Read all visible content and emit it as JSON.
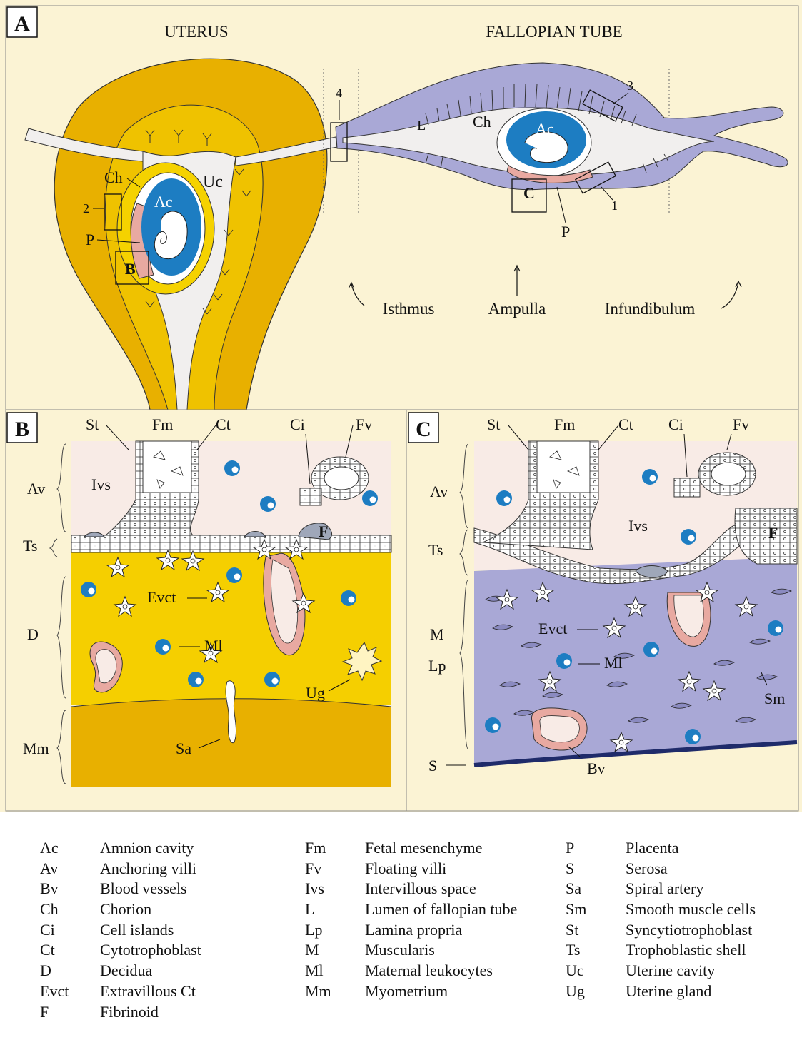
{
  "panels": {
    "a": {
      "letter": "A",
      "uterus_title": "UTERUS",
      "tube_title": "FALLOPIAN TUBE",
      "labels": {
        "uc": "Uc",
        "ac_uterus": "Ac",
        "ch_uterus": "Ch",
        "p_uterus": "P",
        "box_b": "B",
        "n1": "1",
        "n2": "2",
        "n3": "3",
        "n4": "4",
        "l": "L",
        "ch_tube": "Ch",
        "ac_tube": "Ac",
        "box_c": "C",
        "p_tube": "P",
        "isthmus": "Isthmus",
        "ampulla": "Ampulla",
        "infundibulum": "Infundibulum"
      }
    },
    "b": {
      "letter": "B",
      "labels": {
        "st": "St",
        "fm": "Fm",
        "ct": "Ct",
        "ci": "Ci",
        "fv": "Fv",
        "av": "Av",
        "ivs": "Ivs",
        "ts": "Ts",
        "f": "F",
        "d": "D",
        "evct": "Evct",
        "ml": "Ml",
        "ug": "Ug",
        "mm": "Mm",
        "sa": "Sa"
      }
    },
    "c": {
      "letter": "C",
      "labels": {
        "st": "St",
        "fm": "Fm",
        "ct": "Ct",
        "ci": "Ci",
        "fv": "Fv",
        "av": "Av",
        "ivs": "Ivs",
        "ts": "Ts",
        "f": "F",
        "m": "M",
        "lp": "Lp",
        "evct": "Evct",
        "ml": "Ml",
        "sm": "Sm",
        "s": "S",
        "bv": "Bv"
      }
    }
  },
  "colors": {
    "uterus_outer": "#e8b000",
    "uterus_inner": "#f5cf00",
    "decidua": "#efc800",
    "tube": "#a9a8d6",
    "tube_dark": "#1f2b6a",
    "amnion": "#1d7dc2",
    "placenta": "#e8a9a1",
    "cavity": "#f1efee",
    "ivs_pink": "#f8ebe6",
    "background": "#fbf3d4"
  },
  "legend": {
    "col1": [
      {
        "abbr": "Ac",
        "desc": "Amnion cavity"
      },
      {
        "abbr": "Av",
        "desc": "Anchoring villi"
      },
      {
        "abbr": "Bv",
        "desc": "Blood vessels"
      },
      {
        "abbr": "Ch",
        "desc": "Chorion"
      },
      {
        "abbr": "Ci",
        "desc": "Cell islands"
      },
      {
        "abbr": "Ct",
        "desc": "Cytotrophoblast"
      },
      {
        "abbr": "D",
        "desc": "Decidua"
      },
      {
        "abbr": "Evct",
        "desc": "Extravillous Ct"
      },
      {
        "abbr": "F",
        "desc": "Fibrinoid"
      }
    ],
    "col2": [
      {
        "abbr": "Fm",
        "desc": "Fetal mesenchyme"
      },
      {
        "abbr": "Fv",
        "desc": "Floating villi"
      },
      {
        "abbr": "Ivs",
        "desc": "Intervillous space"
      },
      {
        "abbr": "L",
        "desc": "Lumen of fallopian tube"
      },
      {
        "abbr": "Lp",
        "desc": "Lamina propria"
      },
      {
        "abbr": "M",
        "desc": "Muscularis"
      },
      {
        "abbr": "Ml",
        "desc": "Maternal leukocytes"
      },
      {
        "abbr": "Mm",
        "desc": "Myometrium"
      }
    ],
    "col3": [
      {
        "abbr": "P",
        "desc": "Placenta"
      },
      {
        "abbr": "S",
        "desc": "Serosa"
      },
      {
        "abbr": "Sa",
        "desc": "Spiral artery"
      },
      {
        "abbr": "Sm",
        "desc": "Smooth muscle cells"
      },
      {
        "abbr": "St",
        "desc": "Syncytiotrophoblast"
      },
      {
        "abbr": "Ts",
        "desc": "Trophoblastic shell"
      },
      {
        "abbr": "Uc",
        "desc": "Uterine cavity"
      },
      {
        "abbr": "Ug",
        "desc": "Uterine gland"
      }
    ]
  }
}
